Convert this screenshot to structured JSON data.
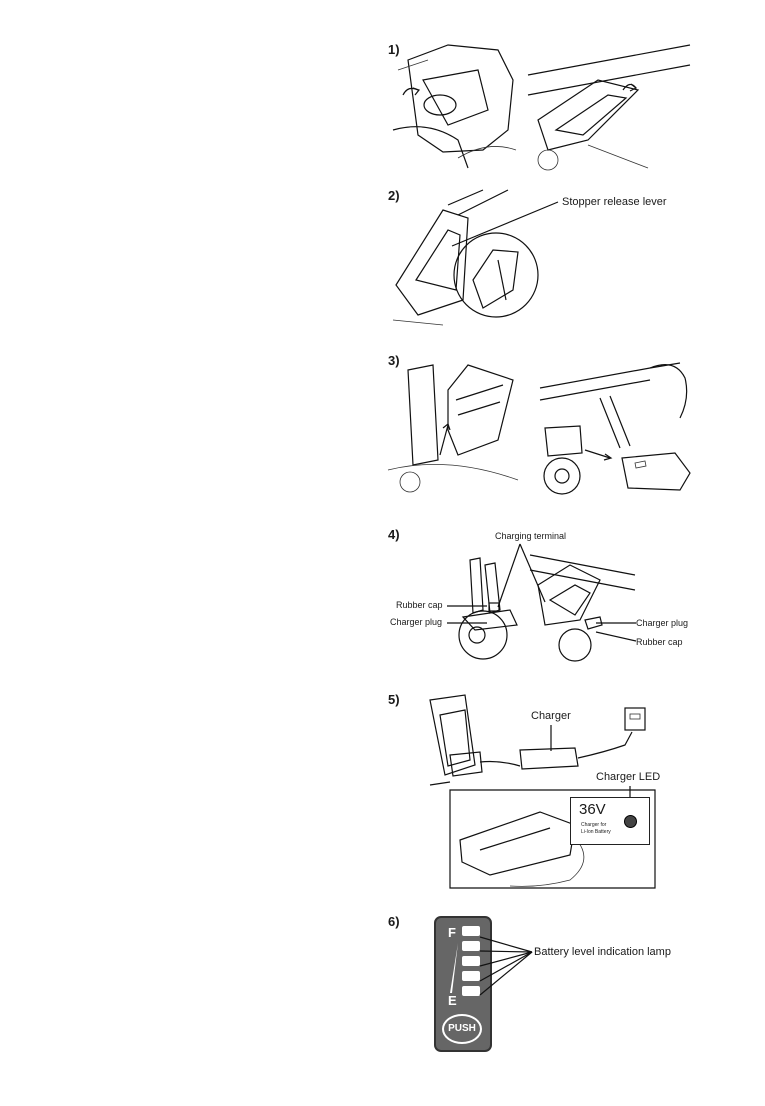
{
  "steps": [
    "1)",
    "2)",
    "3)",
    "4)",
    "5)",
    "6)"
  ],
  "labels": {
    "stopper_release_lever": "Stopper release lever",
    "charging_terminal": "Charging terminal",
    "rubber_cap": "Rubber cap",
    "charger_plug": "Charger plug",
    "charger": "Charger",
    "charger_led": "Charger LED",
    "battery_level_lamp": "Battery level indication lamp"
  },
  "charger_panel": {
    "voltage": "36V",
    "line1": "Charger for",
    "line2": "Li-Ion Battery"
  },
  "indicator": {
    "full": "F",
    "empty": "E",
    "push": "PUSH",
    "lamp_count": 5
  }
}
